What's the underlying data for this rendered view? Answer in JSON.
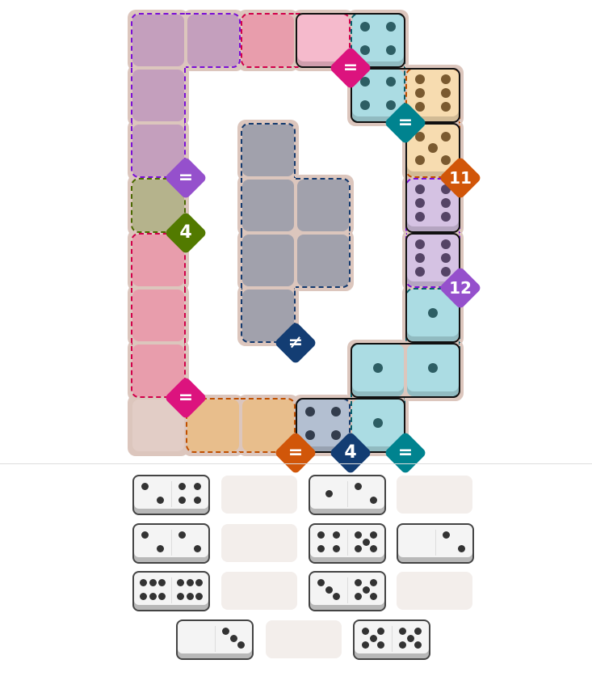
{
  "board": {
    "regions": [
      {
        "id": "purple",
        "fill": "#c49fbd",
        "border": "#7a0fd6",
        "cells": [
          [
            0,
            0
          ],
          [
            0,
            1
          ],
          [
            1,
            0
          ],
          [
            2,
            0
          ]
        ]
      },
      {
        "id": "red-top",
        "fill": "#e89dac",
        "border": "#d1004a",
        "cells": [
          [
            0,
            2
          ],
          [
            0,
            3
          ]
        ]
      },
      {
        "id": "teal-top",
        "fill": "#abdce3",
        "border": "#0a5f6b",
        "cells": [
          [
            0,
            4
          ],
          [
            1,
            4
          ]
        ]
      },
      {
        "id": "orange-right",
        "fill": "#f7dcb0",
        "border": "#c05000",
        "cells": [
          [
            1,
            5
          ],
          [
            2,
            5
          ]
        ]
      },
      {
        "id": "olive",
        "fill": "#b5b38c",
        "border": "#4a6a00",
        "cells": [
          [
            3,
            0
          ]
        ]
      },
      {
        "id": "gray",
        "fill": "#a1a1ac",
        "border": "#143a6e",
        "cells": [
          [
            2,
            2
          ],
          [
            3,
            2
          ],
          [
            3,
            3
          ],
          [
            4,
            2
          ],
          [
            4,
            3
          ],
          [
            5,
            2
          ]
        ]
      },
      {
        "id": "lavender",
        "fill": "#d5c2e3",
        "border": "#7a0fd6",
        "cells": [
          [
            3,
            5
          ],
          [
            4,
            5
          ]
        ]
      },
      {
        "id": "red-left",
        "fill": "#e89dac",
        "border": "#d1004a",
        "cells": [
          [
            4,
            0
          ],
          [
            5,
            0
          ],
          [
            6,
            0
          ]
        ]
      },
      {
        "id": "teal-bottom",
        "fill": "#abdce3",
        "border": "#0a5f6b",
        "cells": [
          [
            5,
            5
          ],
          [
            6,
            4
          ],
          [
            6,
            5
          ],
          [
            7,
            4
          ]
        ]
      },
      {
        "id": "empty",
        "fill": "#e2cdc6",
        "border": "",
        "cells": [
          [
            7,
            0
          ]
        ]
      },
      {
        "id": "orange-bottom",
        "fill": "#e8be8c",
        "border": "#c05000",
        "cells": [
          [
            7,
            1
          ],
          [
            7,
            2
          ]
        ]
      },
      {
        "id": "blue",
        "fill": "#b3bfd1",
        "border": "#143a6e",
        "cells": [
          [
            7,
            3
          ]
        ]
      }
    ],
    "placed_cells": [
      {
        "cell": [
          0,
          3
        ],
        "pips": 0,
        "fill": "#f5bacc",
        "pip_color": "#333"
      },
      {
        "cell": [
          0,
          4
        ],
        "pips": 4,
        "fill": "#abdce3",
        "pip_color": "#2d5e64"
      },
      {
        "cell": [
          1,
          4
        ],
        "pips": 4,
        "fill": "#abdce3",
        "pip_color": "#2d5e64"
      },
      {
        "cell": [
          1,
          5
        ],
        "pips": 6,
        "fill": "#f7dcb0",
        "pip_color": "#7a5a30"
      },
      {
        "cell": [
          2,
          5
        ],
        "pips": 5,
        "fill": "#f7dcb0",
        "pip_color": "#7a5a30"
      },
      {
        "cell": [
          3,
          5
        ],
        "pips": 6,
        "fill": "#d5c2e3",
        "pip_color": "#554466"
      },
      {
        "cell": [
          4,
          5
        ],
        "pips": 6,
        "fill": "#d5c2e3",
        "pip_color": "#554466"
      },
      {
        "cell": [
          5,
          5
        ],
        "pips": 1,
        "fill": "#abdce3",
        "pip_color": "#2d5e64"
      },
      {
        "cell": [
          6,
          4
        ],
        "pips": 1,
        "fill": "#abdce3",
        "pip_color": "#2d5e64"
      },
      {
        "cell": [
          6,
          5
        ],
        "pips": 1,
        "fill": "#abdce3",
        "pip_color": "#2d5e64"
      },
      {
        "cell": [
          7,
          3
        ],
        "pips": 4,
        "fill": "#b3bfd1",
        "pip_color": "#333d4d"
      },
      {
        "cell": [
          7,
          4
        ],
        "pips": 1,
        "fill": "#abdce3",
        "pip_color": "#2d5e64"
      }
    ],
    "placed_dominoes": [
      [
        [
          0,
          3
        ],
        [
          0,
          4
        ]
      ],
      [
        [
          1,
          4
        ],
        [
          1,
          5
        ]
      ],
      [
        [
          2,
          5
        ],
        [
          3,
          5
        ]
      ],
      [
        [
          4,
          5
        ],
        [
          5,
          5
        ]
      ],
      [
        [
          6,
          4
        ],
        [
          6,
          5
        ]
      ],
      [
        [
          7,
          3
        ],
        [
          7,
          4
        ]
      ]
    ],
    "badges": [
      {
        "label": "=",
        "color": "#dc137e",
        "anchor": [
          1,
          4
        ]
      },
      {
        "label": "=",
        "color": "#00838f",
        "anchor": [
          2,
          5
        ]
      },
      {
        "label": "=",
        "color": "#9550cc",
        "anchor": [
          3,
          1
        ]
      },
      {
        "label": "4",
        "color": "#527a00",
        "anchor": [
          4,
          1
        ]
      },
      {
        "label": "11",
        "color": "#d15609",
        "anchor": [
          3,
          6
        ]
      },
      {
        "label": "12",
        "color": "#9550cc",
        "anchor": [
          5,
          6
        ]
      },
      {
        "label": "≠",
        "color": "#133d73",
        "anchor": [
          6,
          3
        ]
      },
      {
        "label": "=",
        "color": "#dc137e",
        "anchor": [
          7,
          1
        ]
      },
      {
        "label": "=",
        "color": "#d15609",
        "anchor": [
          8,
          3
        ]
      },
      {
        "label": "4",
        "color": "#133d73",
        "anchor": [
          8,
          4
        ]
      },
      {
        "label": "=",
        "color": "#00838f",
        "anchor": [
          8,
          5
        ]
      }
    ]
  },
  "tray": {
    "rows": [
      [
        {
          "pips": [
            2,
            4
          ]
        },
        null,
        {
          "pips": [
            1,
            2
          ]
        },
        null
      ],
      [
        {
          "pips": [
            2,
            2
          ]
        },
        null,
        {
          "pips": [
            4,
            5
          ]
        },
        {
          "pips": [
            0,
            2
          ]
        }
      ],
      [
        {
          "pips": [
            6,
            6
          ]
        },
        null,
        {
          "pips": [
            3,
            5
          ]
        },
        null
      ],
      [
        {
          "pips": [
            0,
            3
          ]
        },
        null,
        {
          "pips": [
            5,
            5
          ]
        }
      ]
    ]
  }
}
